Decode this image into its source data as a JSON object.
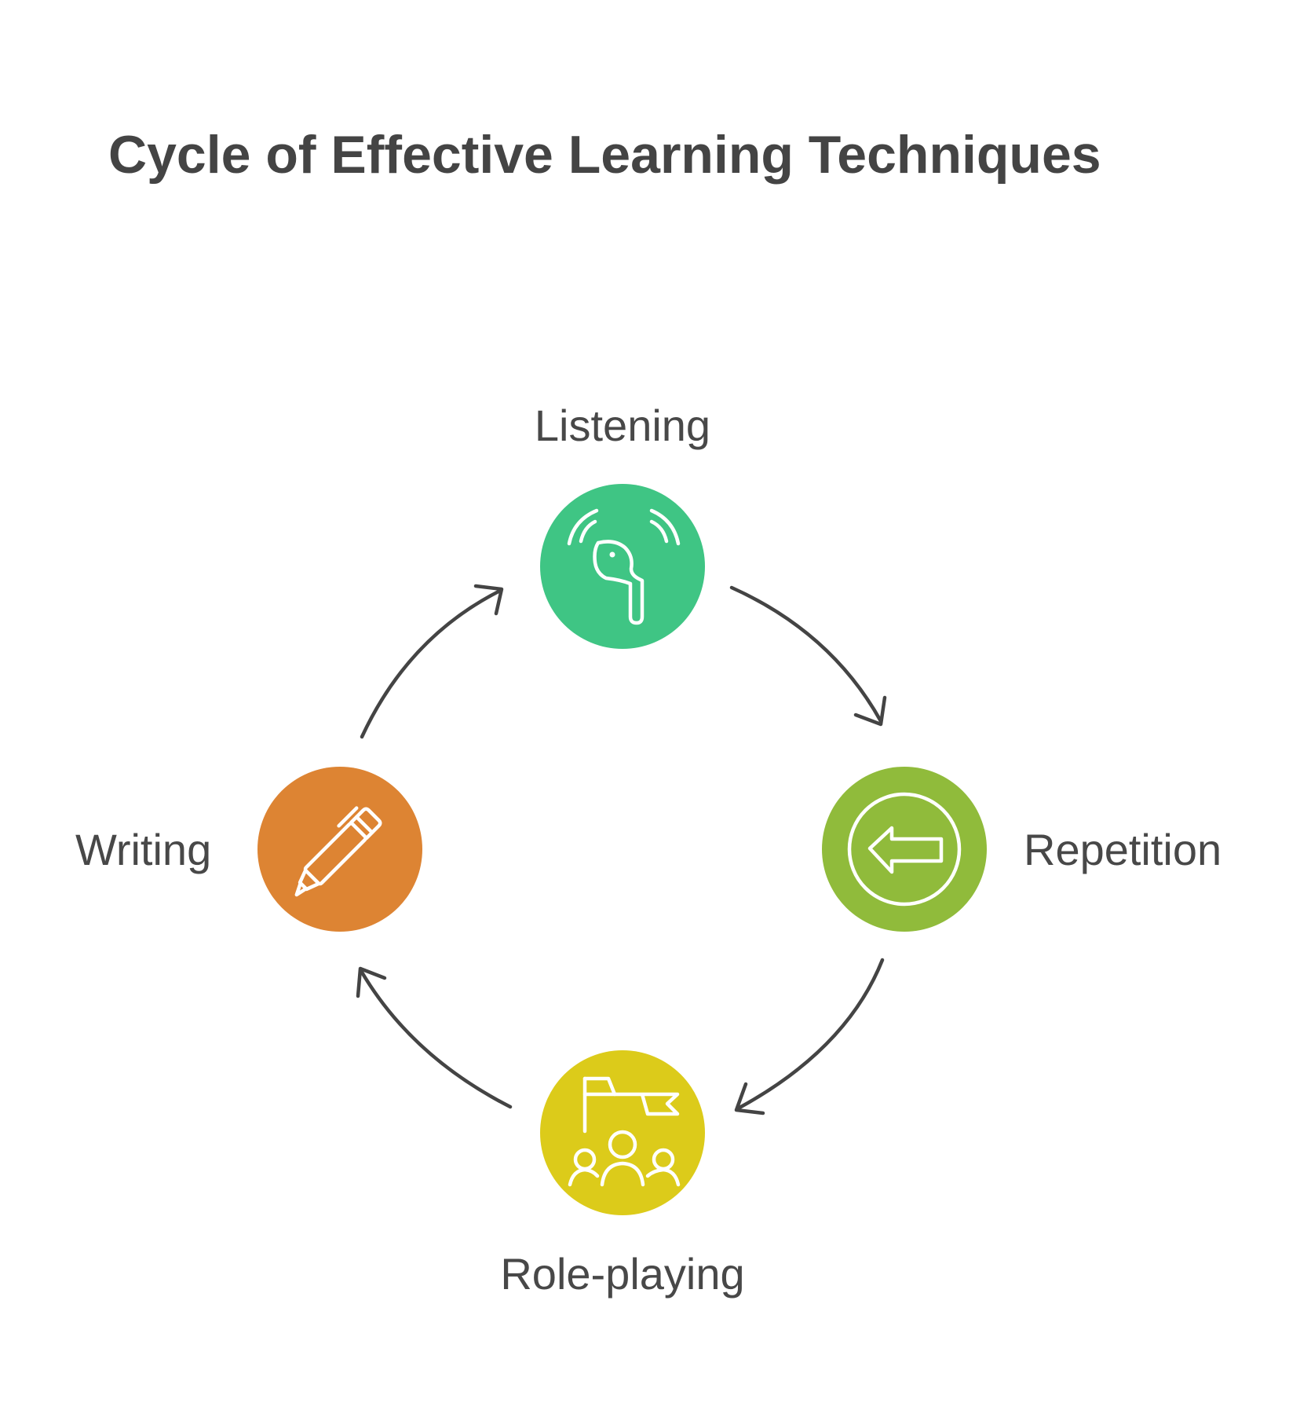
{
  "title": "Cycle of Effective Learning Techniques",
  "nodes": [
    {
      "label": "Listening",
      "color": "#3fc584",
      "icon": "earbud-sound-icon"
    },
    {
      "label": "Repetition",
      "color": "#90bb3b",
      "icon": "back-arrow-circle-icon"
    },
    {
      "label": "Role-playing",
      "color": "#dccb1a",
      "icon": "flag-group-icon"
    },
    {
      "label": "Writing",
      "color": "#dd8433",
      "icon": "highlighter-pen-icon"
    }
  ],
  "flow": [
    "Listening",
    "Repetition",
    "Role-playing",
    "Writing",
    "Listening"
  ]
}
